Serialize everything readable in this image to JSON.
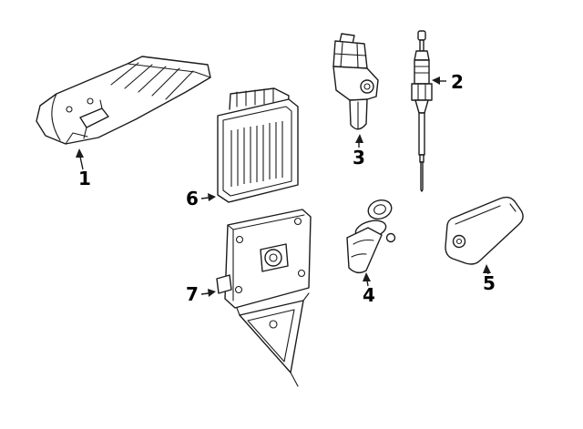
{
  "diagram": {
    "kind": "auto-parts-line-diagram",
    "colors": {
      "background": "#ffffff",
      "line": "#1c1c1c",
      "label": "#000000"
    },
    "parts": [
      {
        "label": "1"
      },
      {
        "label": "2"
      },
      {
        "label": "3"
      },
      {
        "label": "4"
      },
      {
        "label": "5"
      },
      {
        "label": "6"
      },
      {
        "label": "7"
      }
    ]
  }
}
